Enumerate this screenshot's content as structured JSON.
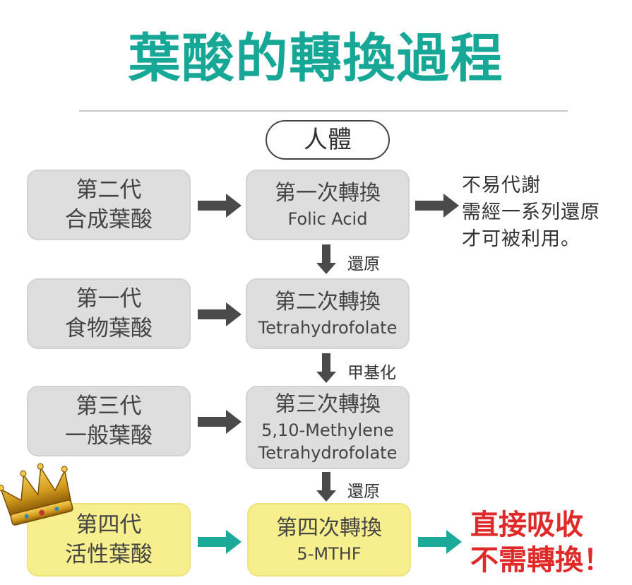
{
  "title": "葉酸的轉換過程",
  "header_pill": "人體",
  "generations": [
    {
      "line1": "第二代",
      "line2": "合成葉酸"
    },
    {
      "line1": "第一代",
      "line2": "食物葉酸"
    },
    {
      "line1": "第三代",
      "line2": "一般葉酸"
    },
    {
      "line1": "第四代",
      "line2": "活性葉酸"
    }
  ],
  "conversions": [
    {
      "head": "第一次轉換",
      "sub": [
        "Folic Acid"
      ]
    },
    {
      "head": "第二次轉換",
      "sub": [
        "Tetrahydrofolate"
      ]
    },
    {
      "head": "第三次轉換",
      "sub": [
        "5,10-Methylene",
        "Tetrahydrofolate"
      ]
    },
    {
      "head": "第四次轉換",
      "sub": [
        "5-MTHF"
      ]
    }
  ],
  "step_labels": [
    "還原",
    "甲基化",
    "還原"
  ],
  "side_note": [
    "不易代謝",
    "需經一系列還原",
    "才可被利用。"
  ],
  "result": [
    "直接吸收",
    "不需轉換！"
  ],
  "colors": {
    "title": "#16a797",
    "arrow_gray": "#4a4a4a",
    "arrow_teal": "#1ba99a",
    "result_red": "#e02a2a"
  }
}
